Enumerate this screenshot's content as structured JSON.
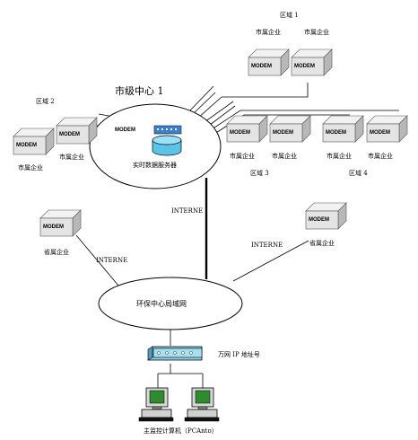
{
  "regions": {
    "r1": "区域 1",
    "r2": "区域 2",
    "r3": "区域 3",
    "r4": "区域 4"
  },
  "modem_label": "MODEM",
  "labels": {
    "county_enterprise": "市属企业",
    "province_enterprise": "省属企业",
    "city_center_title": "市级中心 1",
    "realtime_server": "实时数据服务器",
    "interne": "INTERNE",
    "env_center_lan": "环保中心局域网",
    "hub_caption": "万网 IP 地址号",
    "monitor_pc": "主监控计算机（PCAnto）"
  },
  "colors": {
    "box_front": "#e4e4e4",
    "box_top": "#f2f2f2",
    "box_side": "#b8b8b8",
    "hub": "#8fd0e6",
    "server": "#5bc3e8",
    "screen": "#2e8b2e"
  },
  "icons": {
    "modem": "modem-box-icon",
    "server": "database-server-icon",
    "hub": "network-hub-icon",
    "pc": "computer-icon"
  }
}
